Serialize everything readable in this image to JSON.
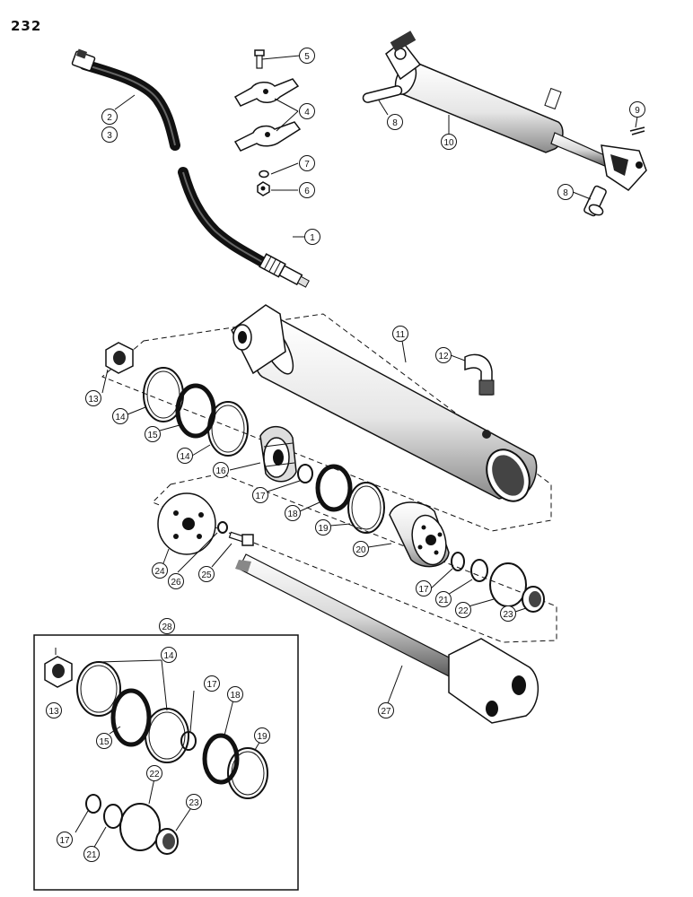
{
  "page_number": "232",
  "callouts": [
    {
      "id": "c1",
      "label": "1"
    },
    {
      "id": "c2",
      "label": "2"
    },
    {
      "id": "c3",
      "label": "3"
    },
    {
      "id": "c4",
      "label": "4"
    },
    {
      "id": "c5",
      "label": "5"
    },
    {
      "id": "c6",
      "label": "6"
    },
    {
      "id": "c7",
      "label": "7"
    },
    {
      "id": "c8a",
      "label": "8"
    },
    {
      "id": "c8b",
      "label": "8"
    },
    {
      "id": "c9",
      "label": "9"
    },
    {
      "id": "c10",
      "label": "10"
    },
    {
      "id": "c11",
      "label": "11"
    },
    {
      "id": "c12",
      "label": "12"
    },
    {
      "id": "c13a",
      "label": "13"
    },
    {
      "id": "c14a",
      "label": "14"
    },
    {
      "id": "c14b",
      "label": "14"
    },
    {
      "id": "c15a",
      "label": "15"
    },
    {
      "id": "c16",
      "label": "16"
    },
    {
      "id": "c17a",
      "label": "17"
    },
    {
      "id": "c18a",
      "label": "18"
    },
    {
      "id": "c19a",
      "label": "19"
    },
    {
      "id": "c20",
      "label": "20"
    },
    {
      "id": "c17b",
      "label": "17"
    },
    {
      "id": "c21a",
      "label": "21"
    },
    {
      "id": "c22a",
      "label": "22"
    },
    {
      "id": "c23a",
      "label": "23"
    },
    {
      "id": "c24",
      "label": "24"
    },
    {
      "id": "c26",
      "label": "26"
    },
    {
      "id": "c25",
      "label": "25"
    },
    {
      "id": "c27",
      "label": "27"
    },
    {
      "id": "c28",
      "label": "28"
    },
    {
      "id": "c13b",
      "label": "13"
    },
    {
      "id": "c14c",
      "label": "14"
    },
    {
      "id": "c15b",
      "label": "15"
    },
    {
      "id": "c17c",
      "label": "17"
    },
    {
      "id": "c18b",
      "label": "18"
    },
    {
      "id": "c19b",
      "label": "19"
    },
    {
      "id": "c22b",
      "label": "22"
    },
    {
      "id": "c23b",
      "label": "23"
    },
    {
      "id": "c17d",
      "label": "17"
    },
    {
      "id": "c21b",
      "label": "21"
    }
  ]
}
